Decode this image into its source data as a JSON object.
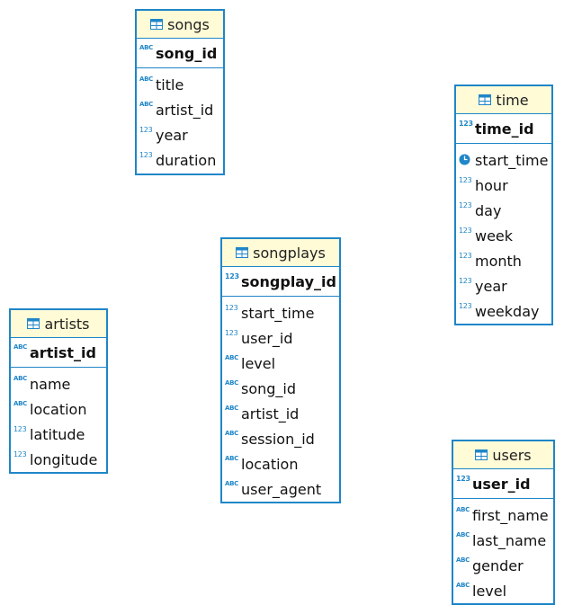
{
  "tables": {
    "songs": {
      "name": "songs",
      "pk": {
        "name": "song_id",
        "type": "abc-key"
      },
      "columns": [
        {
          "name": "title",
          "type": "abc"
        },
        {
          "name": "artist_id",
          "type": "abc"
        },
        {
          "name": "year",
          "type": "num"
        },
        {
          "name": "duration",
          "type": "num"
        }
      ]
    },
    "time": {
      "name": "time",
      "pk": {
        "name": "time_id",
        "type": "num-key"
      },
      "columns": [
        {
          "name": "start_time",
          "type": "clock"
        },
        {
          "name": "hour",
          "type": "num"
        },
        {
          "name": "day",
          "type": "num"
        },
        {
          "name": "week",
          "type": "num"
        },
        {
          "name": "month",
          "type": "num"
        },
        {
          "name": "year",
          "type": "num"
        },
        {
          "name": "weekday",
          "type": "num"
        }
      ]
    },
    "songplays": {
      "name": "songplays",
      "pk": {
        "name": "songplay_id",
        "type": "num-key"
      },
      "columns": [
        {
          "name": "start_time",
          "type": "num"
        },
        {
          "name": "user_id",
          "type": "num"
        },
        {
          "name": "level",
          "type": "abc"
        },
        {
          "name": "song_id",
          "type": "abc"
        },
        {
          "name": "artist_id",
          "type": "abc"
        },
        {
          "name": "session_id",
          "type": "abc"
        },
        {
          "name": "location",
          "type": "abc"
        },
        {
          "name": "user_agent",
          "type": "abc"
        }
      ]
    },
    "artists": {
      "name": "artists",
      "pk": {
        "name": "artist_id",
        "type": "abc-key"
      },
      "columns": [
        {
          "name": "name",
          "type": "abc"
        },
        {
          "name": "location",
          "type": "abc"
        },
        {
          "name": "latitude",
          "type": "num"
        },
        {
          "name": "longitude",
          "type": "num"
        }
      ]
    },
    "users": {
      "name": "users",
      "pk": {
        "name": "user_id",
        "type": "num-key"
      },
      "columns": [
        {
          "name": "first_name",
          "type": "abc"
        },
        {
          "name": "last_name",
          "type": "abc"
        },
        {
          "name": "gender",
          "type": "abc"
        },
        {
          "name": "level",
          "type": "abc"
        }
      ]
    }
  },
  "icons": {
    "abc": "ABC",
    "num": "123",
    "table": "table-icon",
    "clock": "clock-icon"
  },
  "colors": {
    "border": "#1f86c8",
    "header_bg": "#fffbd6",
    "icon": "#1f86c8"
  }
}
